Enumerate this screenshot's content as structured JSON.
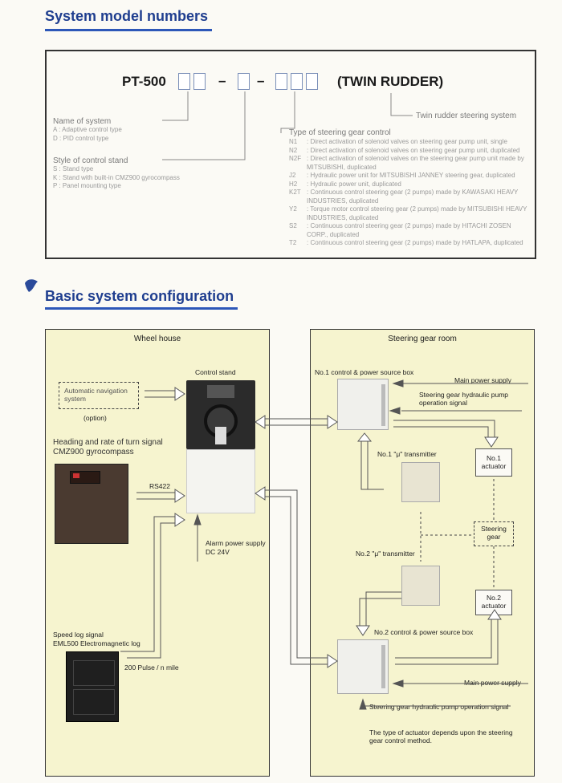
{
  "heading1": "System model numbers",
  "model": {
    "prefix": "PT-500",
    "dash": "–",
    "suffix": "(TWIN RUDDER)",
    "twin_label": "Twin rudder steering system"
  },
  "name_of_system": {
    "title": "Name of system",
    "items": [
      "A  : Adaptive control type",
      "D  : PID control type"
    ]
  },
  "style_of_stand": {
    "title": "Style of control stand",
    "items": [
      "S  : Stand type",
      "K  : Stand with built-in CMZ900 gyrocompass",
      "P  : Panel mounting type"
    ]
  },
  "type_of_gear": {
    "title": "Type of steering gear control",
    "items": [
      {
        "code": "N1",
        "text": ": Direct activation of solenoid valves on steering gear pump unit, single"
      },
      {
        "code": "N2",
        "text": ": Direct activation of solenoid valves on steering gear pump unit, duplicated"
      },
      {
        "code": "N2F",
        "text": ": Direct activation of solenoid valves on the steering gear pump unit made by MITSUBISHI, duplicated"
      },
      {
        "code": "J2",
        "text": ": Hydraulic power unit for MITSUBISHI JANNEY steering gear, duplicated"
      },
      {
        "code": "H2",
        "text": ": Hydraulic power unit, duplicated"
      },
      {
        "code": "K2T",
        "text": ": Continuous control steering gear (2 pumps) made by KAWASAKI HEAVY INDUSTRIES, duplicated"
      },
      {
        "code": "Y2",
        "text": ": Torque motor control steering gear (2 pumps) made by MITSUBISHI HEAVY INDUSTRIES, duplicated"
      },
      {
        "code": "S2",
        "text": ": Continuous control steering gear (2 pumps) made by HITACHI ZOSEN CORP., duplicated"
      },
      {
        "code": "T2",
        "text": ": Continuous control steering gear (2 pumps) made by HATLAPA, duplicated"
      }
    ]
  },
  "heading2": "Basic system configuration",
  "wheelhouse": {
    "title": "Wheel house",
    "control_stand": "Control stand",
    "auto_nav": "Automatic navigation system",
    "option": "(option)",
    "heading_signal": "Heading and rate of turn signal",
    "gyro": "CMZ900 gyrocompass",
    "rs422": "RS422",
    "alarm_supply": "Alarm power supply",
    "dc24": "DC 24V",
    "speed_log": "Speed log signal",
    "eml": "EML500 Electromagnetic log",
    "pulse": "200 Pulse / n mile"
  },
  "gearroom": {
    "title": "Steering gear room",
    "box1": "No.1 control & power source box",
    "main_power1": "Main power supply",
    "pump_signal1": "Steering gear hydraulic pump operation signal",
    "tx1": "No.1 \"μ\" transmitter",
    "act1": "No.1 actuator",
    "gear": "Steering gear",
    "tx2": "No.2 \"μ\" transmitter",
    "act2": "No.2 actuator",
    "box2": "No.2 control & power source box",
    "main_power2": "Main power supply",
    "pump_signal2": "Steering gear hydraulic pump operation signal",
    "note": "The type of actuator depends upon the steering gear control method."
  }
}
